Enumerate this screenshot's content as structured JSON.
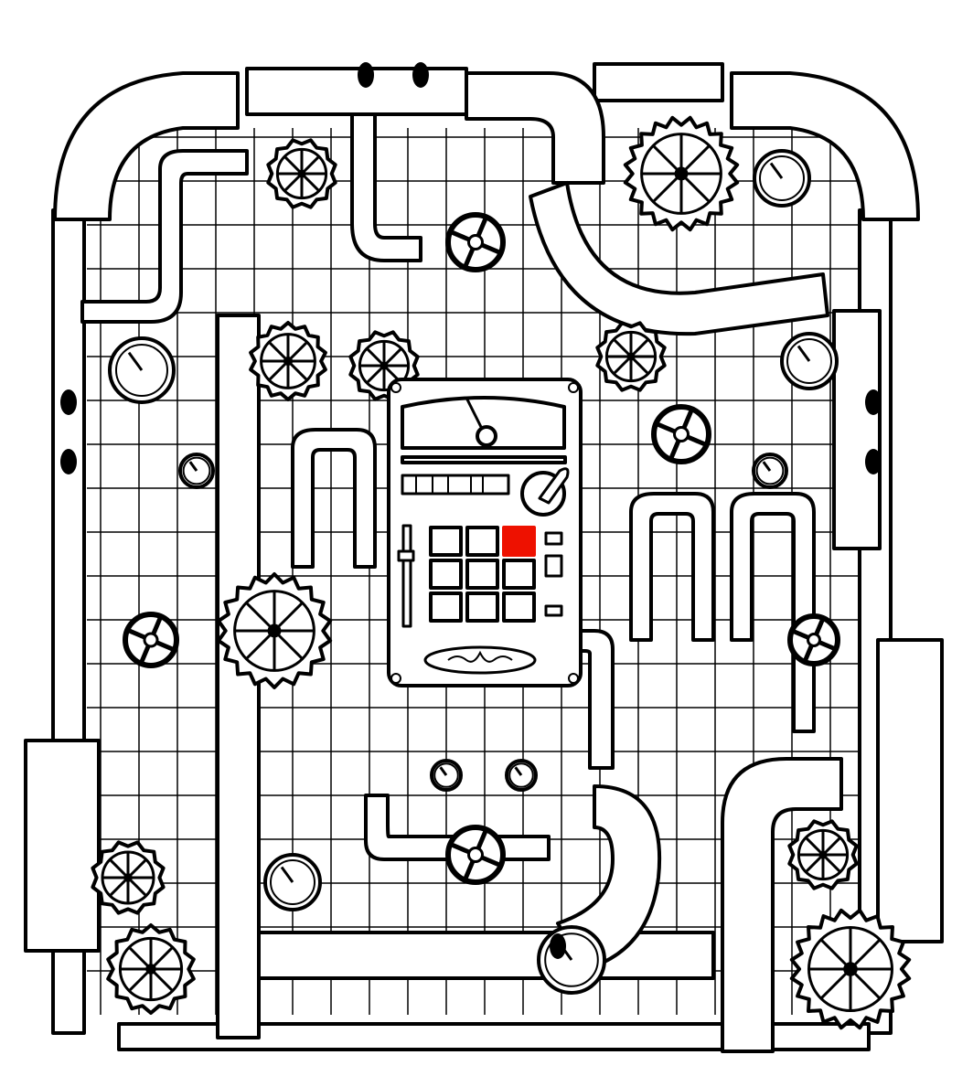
{
  "colors": {
    "ink": "#000000",
    "paper": "#ffffff",
    "highlight": "#ee1100"
  },
  "panel": {
    "buttons": [
      {
        "state": "off"
      },
      {
        "state": "off"
      },
      {
        "state": "on"
      },
      {
        "state": "off"
      },
      {
        "state": "off"
      },
      {
        "state": "off"
      },
      {
        "state": "off"
      },
      {
        "state": "off"
      },
      {
        "state": "off"
      }
    ],
    "selected_index": 2
  },
  "icons": [
    "gear-icon",
    "pressure-gauge-icon",
    "valve-wheel-icon",
    "pipe-icon"
  ]
}
